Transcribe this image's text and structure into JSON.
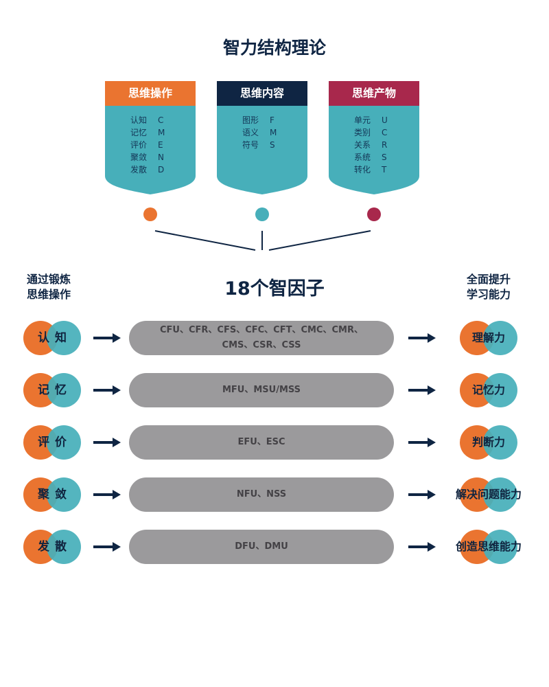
{
  "title": "智力结构理论",
  "cards": [
    {
      "header": "思维操作",
      "color": "#ea7430",
      "items": [
        {
          "zh": "认知",
          "code": "C"
        },
        {
          "zh": "记忆",
          "code": "M"
        },
        {
          "zh": "评价",
          "code": "E"
        },
        {
          "zh": "聚敛",
          "code": "N"
        },
        {
          "zh": "发散",
          "code": "D"
        }
      ]
    },
    {
      "header": "思维内容",
      "color": "#0f2543",
      "items": [
        {
          "zh": "图形",
          "code": "F"
        },
        {
          "zh": "语义",
          "code": "M"
        },
        {
          "zh": "符号",
          "code": "S"
        }
      ]
    },
    {
      "header": "思维产物",
      "color": "#a8284c",
      "items": [
        {
          "zh": "单元",
          "code": "U"
        },
        {
          "zh": "类别",
          "code": "C"
        },
        {
          "zh": "关系",
          "code": "R"
        },
        {
          "zh": "系统",
          "code": "S"
        },
        {
          "zh": "转化",
          "code": "T"
        }
      ]
    }
  ],
  "card_body_color": "#47afba",
  "center_title": "18个智因子",
  "left_label": [
    "通过锻炼",
    "思维操作"
  ],
  "right_label": [
    "全面提升",
    "学习能力"
  ],
  "rows": [
    {
      "left": "认知",
      "factors": [
        "CFU、CFR、CFS、CFC、CFT、CMC、CMR、",
        "CMS、CSR、CSS"
      ],
      "right": "理解力"
    },
    {
      "left": "记忆",
      "factors": [
        "MFU、MSU/MSS"
      ],
      "right": "记忆力"
    },
    {
      "left": "评价",
      "factors": [
        "EFU、ESC"
      ],
      "right": "判断力"
    },
    {
      "left": "聚敛",
      "factors": [
        "NFU、NSS"
      ],
      "right": "解决问题能力"
    },
    {
      "left": "发散",
      "factors": [
        "DFU、DMU"
      ],
      "right": "创造思维能力"
    }
  ]
}
